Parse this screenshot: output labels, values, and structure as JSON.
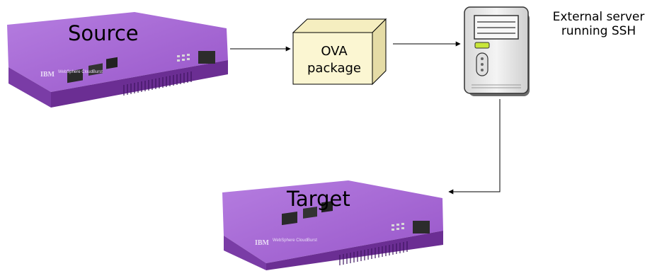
{
  "source": {
    "label": "Source",
    "brand": "IBM",
    "model": "WebSphere CloudBurst"
  },
  "target": {
    "label": "Target",
    "brand": "IBM",
    "model": "WebSphere CloudBurst"
  },
  "package": {
    "line1": "OVA",
    "line2": "package"
  },
  "server": {
    "line1": "External server",
    "line2": "running SSH"
  },
  "colors": {
    "appliance_top": "#a667d6",
    "appliance_front": "#6b2e93",
    "appliance_side": "#54207a",
    "box_face": "#fbf6d2",
    "tower_body": "#eaeaea"
  }
}
